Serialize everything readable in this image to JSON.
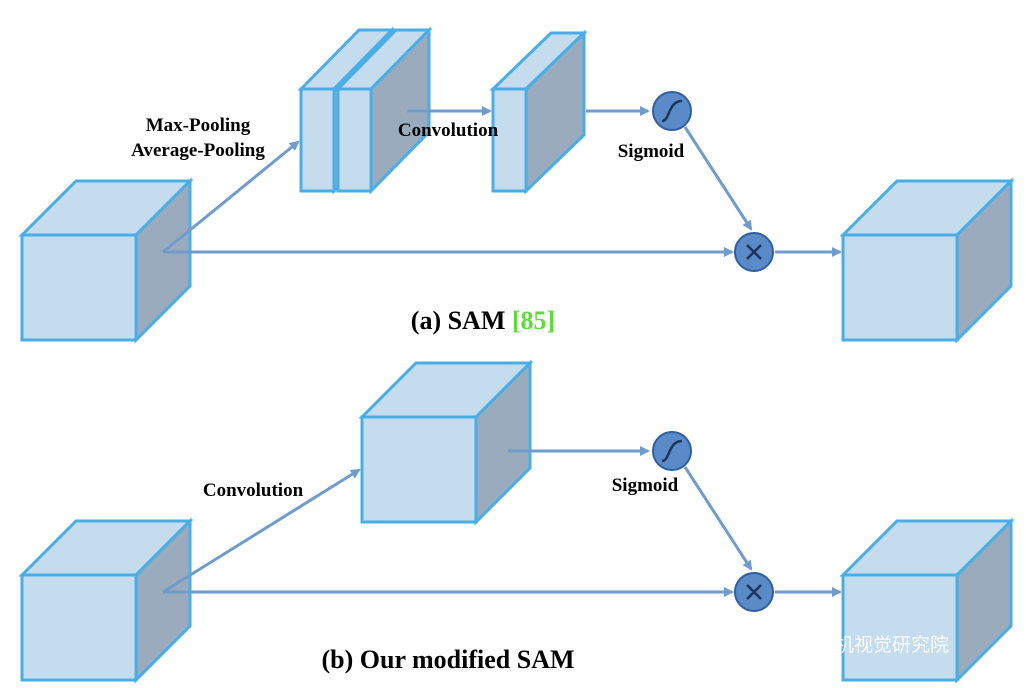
{
  "colors": {
    "cube_front": "#c5dcef",
    "cube_top": "#c5dcef",
    "cube_side": "#9aabbd",
    "cube_edge": "#4aaee6",
    "arrow": "#6f9ccd",
    "op_node": "#5b8ac9",
    "op_node_edge": "#2f5f9e",
    "reference": "#5fdc3c"
  },
  "panel_a": {
    "label_pool_1": "Max-Pooling",
    "label_pool_2": "Average-Pooling",
    "label_conv": "Convolution",
    "label_sigmoid": "Sigmoid",
    "caption": "(a) SAM ",
    "caption_ref": "[85]"
  },
  "panel_b": {
    "label_conv": "Convolution",
    "label_sigmoid": "Sigmoid",
    "caption": "(b) Our modified SAM"
  },
  "icons": {
    "sigmoid": "sigmoid-icon",
    "multiply": "multiply-icon",
    "watermark": "wechat-icon"
  },
  "watermark": "计算机视觉研究院"
}
